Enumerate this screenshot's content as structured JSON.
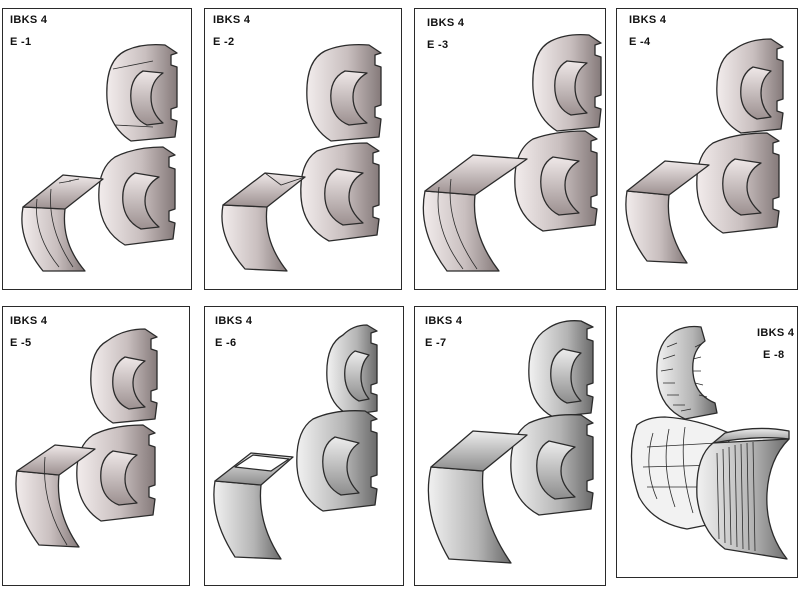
{
  "panels": [
    {
      "series": "IBKS 4",
      "code": "E -1"
    },
    {
      "series": "IBKS 4",
      "code": "E -2"
    },
    {
      "series": "IBKS 4",
      "code": "E -3"
    },
    {
      "series": "IBKS 4",
      "code": "E -4"
    },
    {
      "series": "IBKS 4",
      "code": "E -5"
    },
    {
      "series": "IBKS 4",
      "code": "E -6"
    },
    {
      "series": "IBKS 4",
      "code": "E -7"
    },
    {
      "series": "IBKS 4",
      "code": "E -8"
    }
  ],
  "colors": {
    "border": "#2a2a2a",
    "part_light": "#e6dfdf",
    "part_mid": "#b8adad",
    "part_dark": "#7d7272",
    "gray_light": "#e4e4e4",
    "gray_mid": "#a9a9a9",
    "gray_dark": "#6f6f6f"
  }
}
